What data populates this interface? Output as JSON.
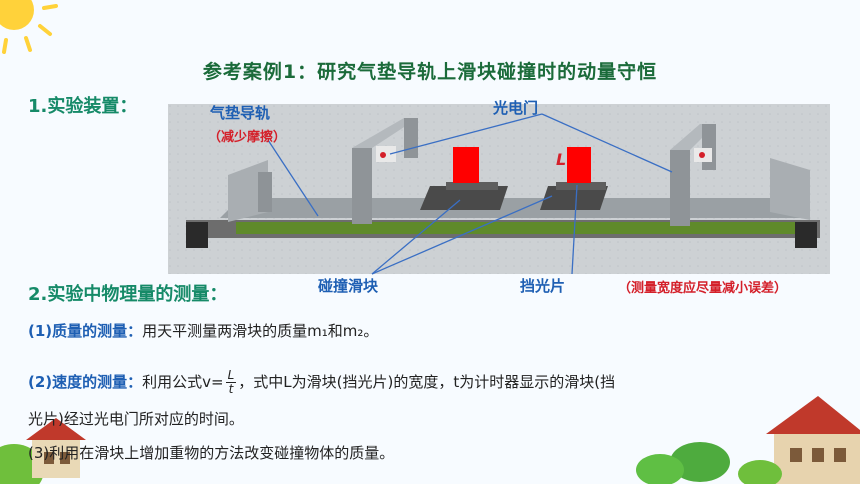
{
  "title": "参考案例1：研究气垫导轨上滑块碰撞时的动量守恒",
  "section1": "1.实验装置：",
  "labels": {
    "gas_rail": "气垫导轨",
    "gas_rail_note": "（减少摩擦）",
    "photogate": "光电门",
    "slider": "碰撞滑块",
    "flag": "挡光片",
    "flag_note": "（测量宽度应尽量减小误差）",
    "width_symbol": "L"
  },
  "section2": "2.实验中物理量的测量：",
  "items": {
    "i1_head": "(1)质量的测量：",
    "i1_body": "用天平测量两滑块的质量m₁和m₂。",
    "i2_head": "(2)速度的测量：",
    "i2_pre": "利用公式v=",
    "i2_num": "L",
    "i2_den": "t",
    "i2_post": "，式中L为滑块(挡光片)的宽度，t为计时器显示的滑块(挡",
    "i2_cont": "光片)经过光电门所对应的时间。",
    "i3": "(3)利用在滑块上增加重物的方法改变碰撞物体的质量。"
  },
  "colors": {
    "title": "#1b6b3a",
    "heading": "#168a68",
    "label": "#1e5fb3",
    "accent_red": "#d4202a"
  }
}
